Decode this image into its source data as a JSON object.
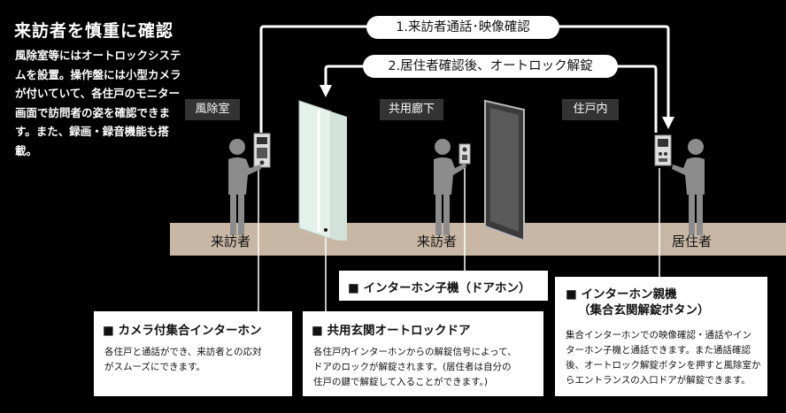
{
  "title": "来訪者を慎重に確認",
  "intro": "風除室等にはオートロックシステムを設置。操作盤には小型カメラが付いていて、各住戸のモニター画面で訪問者の姿を確認できます。また、録画・録音機能も搭載。",
  "zones": {
    "vestibule": "風除室",
    "corridor": "共用廊下",
    "residence": "住戸内"
  },
  "flows": {
    "step1": "1.来訪者通話･映像確認",
    "step2": "2.居住者確認後、オートロック解錠"
  },
  "people": {
    "visitor1": "来訪者",
    "visitor2": "来訪者",
    "resident": "居住者"
  },
  "callouts": {
    "camera_intercom": {
      "heading": "■ カメラ付集合インターホン",
      "body_line1": "各住戸と通話ができ、来訪者との応対",
      "body_line2": "がスムーズにできます。"
    },
    "autolock_door": {
      "heading": "■ 共用玄関オートロックドア",
      "body_line1": "各住戸内インターホンからの解錠信号によって、",
      "body_line2": "ドアのロックが解錠されます。(居住者は自分の",
      "body_line3": "住戸の鍵で解錠して入ることができます。)"
    },
    "door_phone": {
      "heading": "■ インターホン子機（ドアホン）"
    },
    "master_unit": {
      "heading_line1": "■ インターホン親機",
      "heading_line2": "（集合玄関解錠ボタン）",
      "body_line1": "集合インターホンでの映像確認・通話やイン",
      "body_line2": "ターホン子機と通話できます。また通話確認",
      "body_line3": "後、オートロック解錠ボタンを押すと風除室か",
      "body_line4": "らエントランスの入口ドアが解錠できます。"
    }
  },
  "colors": {
    "background": "#000000",
    "floor": "#c8b7a4",
    "zone_label_bg": "#333333",
    "figure": "#8c8c8c",
    "glass_door": "#e4f0ea",
    "dark_door": "#4d4d4d"
  }
}
